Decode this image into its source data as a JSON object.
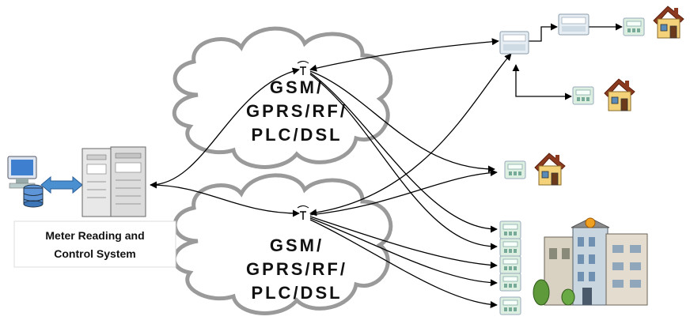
{
  "clouds": [
    {
      "lines": [
        "GSM/",
        "GPRS/RF/",
        "PLC/DSL"
      ]
    },
    {
      "lines": [
        "GSM/",
        "GPRS/RF/",
        "PLC/DSL"
      ]
    }
  ],
  "system_label": {
    "lines": [
      "Meter Reading and",
      "Control System"
    ]
  },
  "icons": {
    "workstation": "computer-icon",
    "database": "database-icon",
    "server": "server-icon",
    "meter": "meter-icon",
    "house": "house-icon",
    "building": "building-icon",
    "antenna": "antenna-icon"
  },
  "colors": {
    "cloud_stroke": "#9a9a9a",
    "arrow": "#000000",
    "link_arrow": "#4a8fd0",
    "house_roof": "#8b3a1f",
    "house_wall": "#f3d27a",
    "meter_body": "#d8ecd8"
  }
}
